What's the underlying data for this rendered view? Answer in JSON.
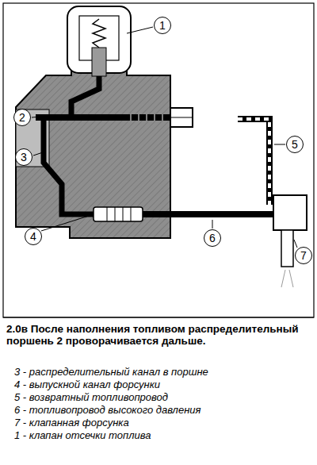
{
  "diagram": {
    "caption": "2.0в После наполнения топливом распределительный поршень 2 проворачивается дальше.",
    "nodes": [
      {
        "text": [
          "1"
        ]
      },
      {
        "text": [
          "2"
        ]
      },
      {
        "text": [
          "5"
        ]
      },
      {
        "text": [
          "3"
        ]
      },
      {
        "text": [
          "4"
        ]
      },
      {
        "text": [
          "6"
        ]
      },
      {
        "text": [
          "7"
        ]
      }
    ],
    "labels": [
      "3 - распределительный канал в поршне",
      "4 - выпускной канал форсунки",
      "5 - возвратный топливопровод",
      "6 - топливопровод высокого давления",
      "7 - клапанная форсунка",
      "1 - клапан отсечки топлива"
    ]
  }
}
